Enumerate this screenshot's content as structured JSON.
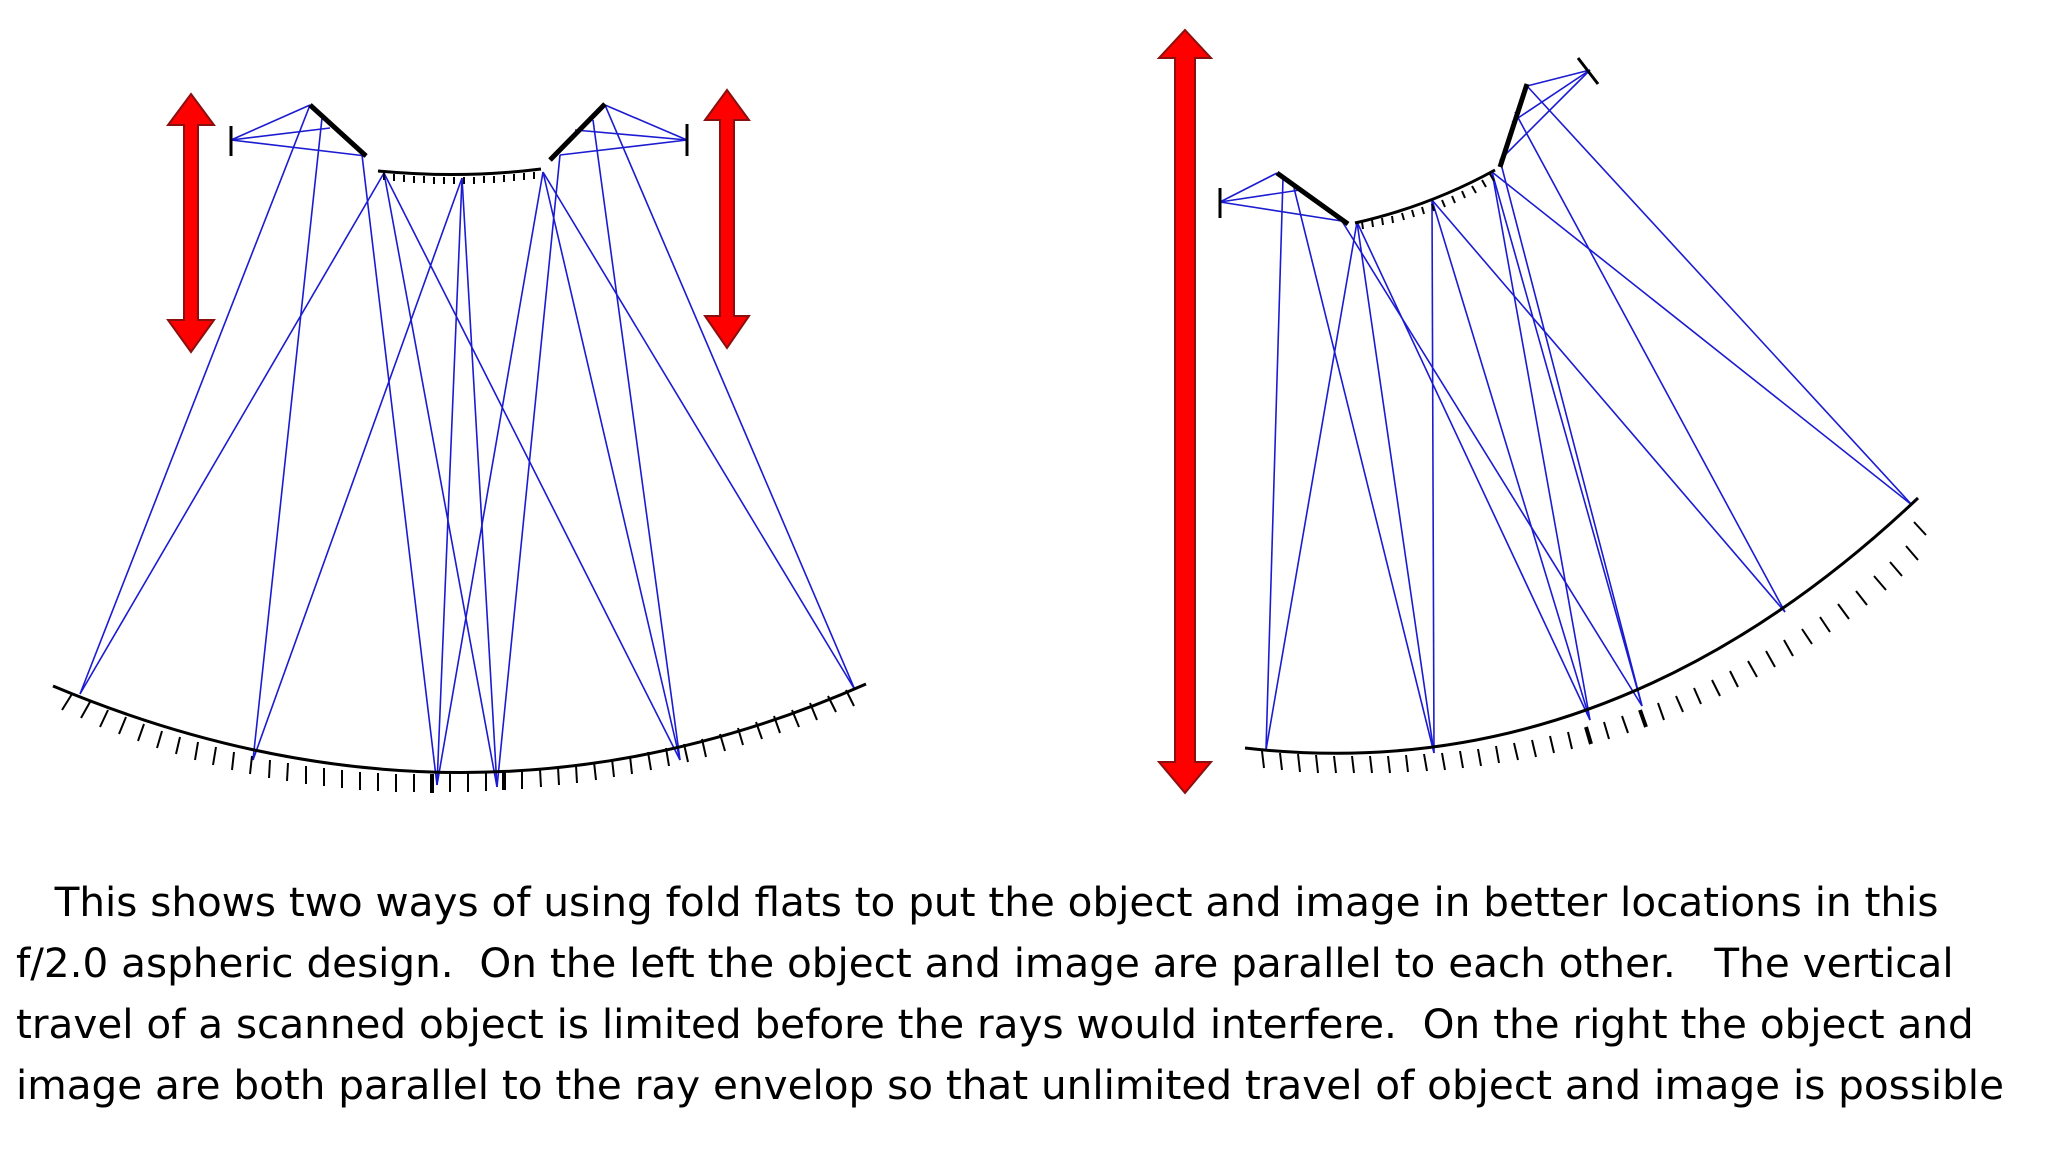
{
  "caption": {
    "lines": [
      "   This shows two ways of using fold flats to put the object and image in better locations in this",
      "f/2.0 aspheric design.  On the left the object and image are parallel to each other.   The vertical",
      "travel of a scanned object is limited before the rays would interfere.  On the right the object and",
      "image are both parallel to the ray envelop so that unlimited travel of object and image is possible"
    ]
  },
  "colors": {
    "ray": "#1b1bd2",
    "arrow_fill": "#ff0000",
    "arrow_stroke": "#8a1010",
    "optic": "#000000"
  }
}
